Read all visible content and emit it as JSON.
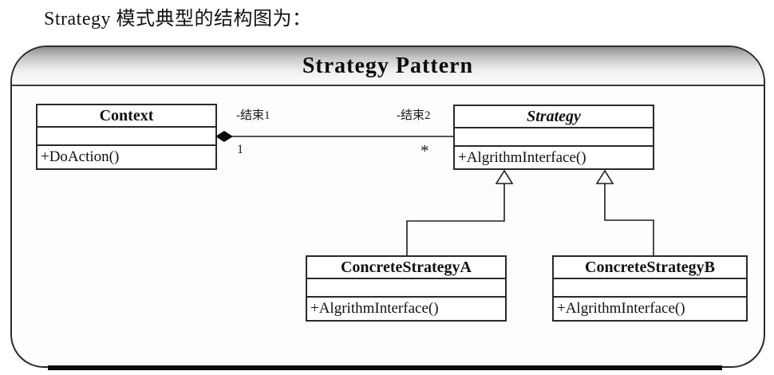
{
  "caption": "Strategy 模式典型的结构图为：",
  "diagram": {
    "title": "Strategy Pattern",
    "classes": [
      {
        "name": "Context",
        "attributes": "",
        "operations": "+DoAction()"
      },
      {
        "name": "Strategy",
        "attributes": "",
        "operations": "+AlgrithmInterface()",
        "abstract": true
      },
      {
        "name": "ConcreteStrategyA",
        "attributes": "",
        "operations": "+AlgrithmInterface()"
      },
      {
        "name": "ConcreteStrategyB",
        "attributes": "",
        "operations": "+AlgrithmInterface()"
      }
    ],
    "association": {
      "type": "composition",
      "from": "Context",
      "to": "Strategy",
      "end1_label": "-结束1",
      "end1_multiplicity": "1",
      "end2_label": "-结束2",
      "end2_multiplicity": "*"
    },
    "generalizations": [
      {
        "from": "ConcreteStrategyA",
        "to": "Strategy"
      },
      {
        "from": "ConcreteStrategyB",
        "to": "Strategy"
      }
    ],
    "colors": {
      "line": "#1f1f1f",
      "box_fill": "#ffffff",
      "header_gradient_top": "#8f8f8f",
      "header_gradient_bottom": "#fdfdfd"
    }
  }
}
